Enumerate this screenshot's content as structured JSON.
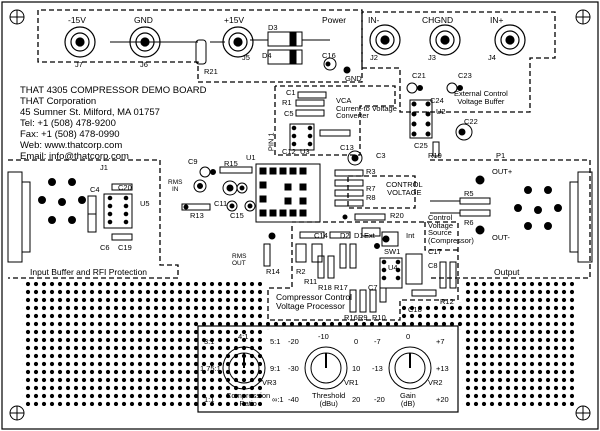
{
  "board": {
    "title": "THAT 4305 COMPRESSOR DEMO BOARD",
    "company": "THAT Corporation",
    "address": "45 Sumner St. Milford, MA 01757",
    "tel": "Tel: +1 (508) 478-9200",
    "fax": "Fax: +1 (508) 478-0990",
    "web": "Web: www.thatcorp.com",
    "email": "Email: info@thatcorp.com"
  },
  "sections": {
    "power": "Power",
    "external": "External Control\nVoltage Buffer",
    "vca": "VCA\nCurrent-to Voltage\nConverter",
    "control_voltage": "CONTROL\nVOLTAGE",
    "control_source": "Control\nVoltage\nSource\n(Compressor)",
    "processor": "Compressor Control\nVoltage Processor",
    "input": "Input Buffer and RFI Protection",
    "output": "Output"
  },
  "top_labels": {
    "m15": "-15V",
    "gnd": "GND",
    "p15": "+15V",
    "in_minus": "IN-",
    "chgnd": "CHGND",
    "in_plus": "IN+"
  },
  "refs": {
    "J7": "J7",
    "J6": "J6",
    "J5": "J5",
    "J2": "J2",
    "J3": "J3",
    "J4": "J4",
    "J1": "J1",
    "P1": "P1",
    "D3": "D3",
    "D4": "D4",
    "D1": "D1",
    "D2": "D2",
    "R21": "R21",
    "C16": "C16",
    "GND": "GND",
    "C21": "C21",
    "C23": "C23",
    "C24": "C24",
    "U2": "U2",
    "C25": "C25",
    "C22": "C22",
    "R19": "R19",
    "C1": "C1",
    "R1": "R1",
    "C5": "C5",
    "C12": "C12",
    "U3": "U3",
    "C13": "C13",
    "PIN1": "PIN 1",
    "U1": "U1",
    "C9": "C9",
    "R15": "R15",
    "RMSIN": "RMS\nIN",
    "R13": "R13",
    "C11": "C11",
    "C15": "C15",
    "C4": "C4",
    "C20": "C20",
    "U5": "U5",
    "C6": "C6",
    "C19": "C19",
    "C3": "C3",
    "R3": "R3",
    "R7": "R7",
    "R8": "R8",
    "R20": "R20",
    "R5": "R5",
    "R6": "R6",
    "OUTP": "OUT+",
    "OUTM": "OUT-",
    "RMSOUT": "RMS\nOUT",
    "R14": "R14",
    "C14": "C14",
    "R2": "R2",
    "R11": "R11",
    "R18": "R18",
    "R17": "R17",
    "Ext": "Ext",
    "Int": "Int",
    "SW1": "SW1",
    "U4": "U4",
    "C17": "C17",
    "C8": "C8",
    "C7": "C7",
    "R12": "R12",
    "R16": "R16",
    "R9": "R9",
    "R10": "R10",
    "C18": "C18"
  },
  "dials": [
    {
      "ref": "VR3",
      "name": "Compression\nRatio",
      "tl": "3:1",
      "tm": "4:1",
      "tr": "5:1",
      "ml": "1.75:1",
      "mr": "9:1",
      "bl": "1:1",
      "br": "∞:1"
    },
    {
      "ref": "VR1",
      "name": "Threshold\n(dBu)",
      "tl": "-20",
      "tm": "-10",
      "tr": "0",
      "ml": "-30",
      "mr": "10",
      "bl": "-40",
      "br": "20"
    },
    {
      "ref": "VR2",
      "name": "Gain\n(dB)",
      "tl": "-7",
      "tm": "0",
      "tr": "+7",
      "ml": "-13",
      "mr": "+13",
      "bl": "-20",
      "br": "+20"
    }
  ]
}
